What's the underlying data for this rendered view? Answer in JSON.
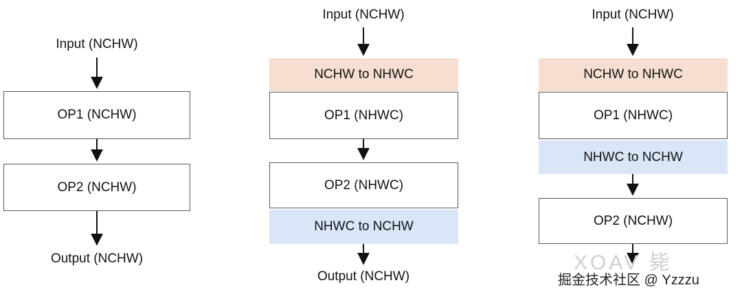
{
  "columns": [
    {
      "input": "Input (NCHW)",
      "blocks": [
        "OP1 (NCHW)",
        "OP2 (NCHW)"
      ],
      "output": "Output (NCHW)"
    },
    {
      "input": "Input (NCHW)",
      "blocks": [
        "NCHW to NHWC",
        "OP1 (NHWC)",
        "OP2 (NHWC)",
        "NHWC to NCHW"
      ],
      "output": "Output (NCHW)"
    },
    {
      "input": "Input (NCHW)",
      "blocks": [
        "NCHW to NHWC",
        "OP1 (NHWC)",
        "NHWC to NCHW",
        "OP2 (NCHW)"
      ]
    }
  ],
  "watermark": {
    "text": "掘金技术社区 @ Yzzzu",
    "deco": "XOAV 毙"
  },
  "colors": {
    "nchw_to_nhwc_fill": "#f6dfd0",
    "nhwc_to_nchw_fill": "#d8e6f8",
    "box_border": "#555555",
    "arrow": "#111111"
  }
}
